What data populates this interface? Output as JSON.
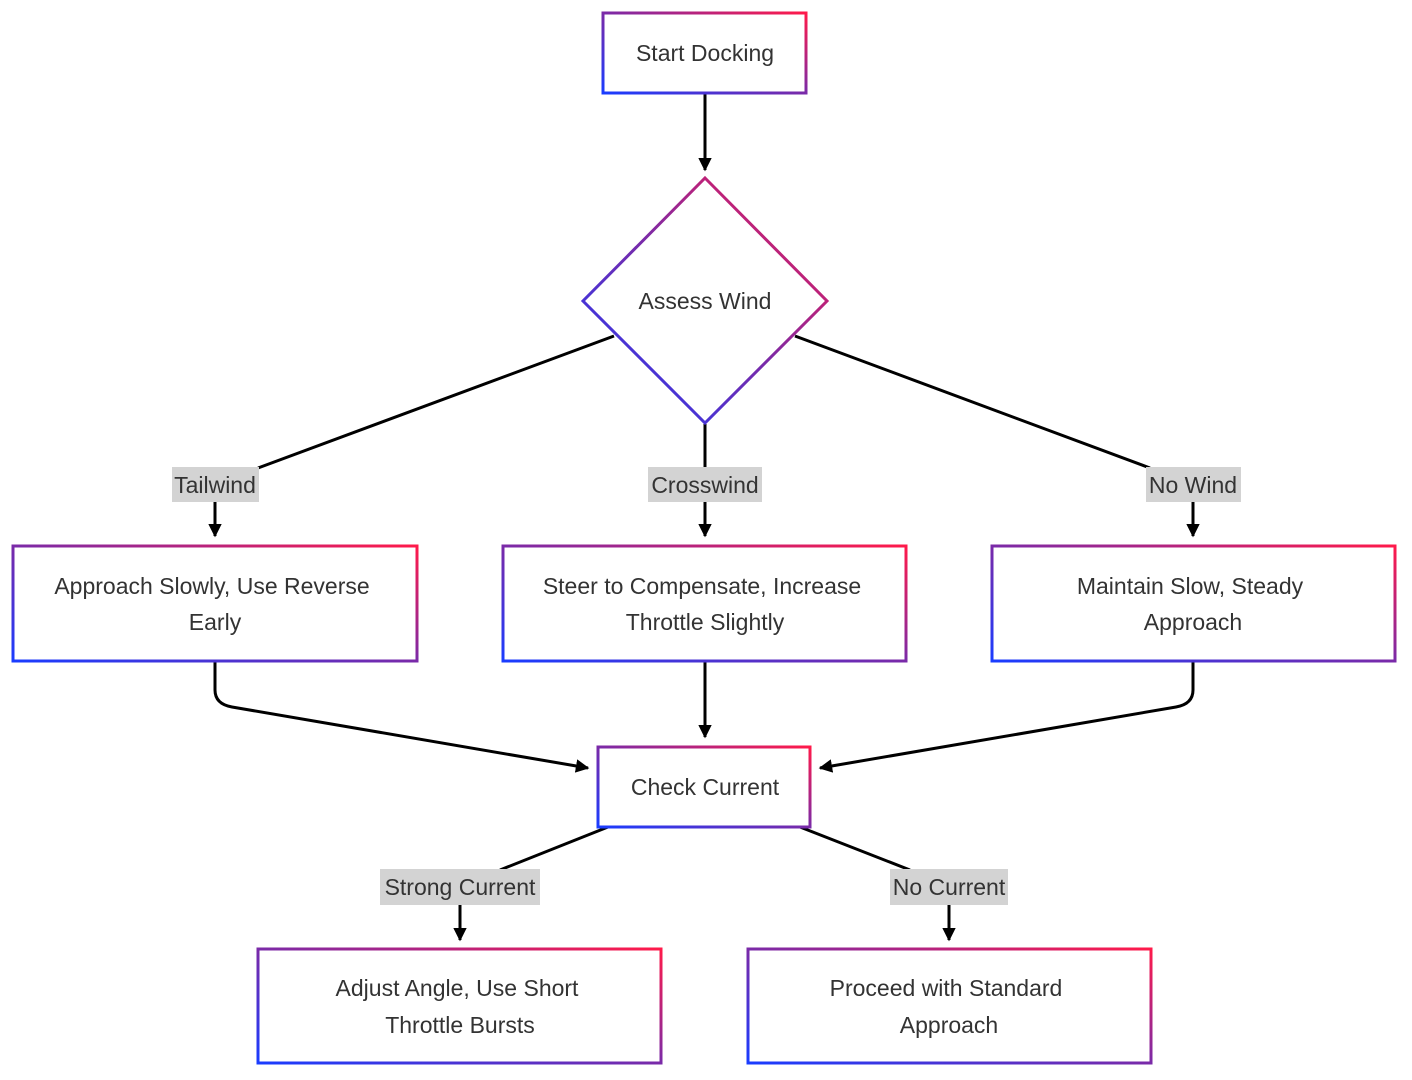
{
  "diagram": {
    "type": "flowchart",
    "nodes": {
      "start": {
        "label_lines": [
          "Start Docking"
        ]
      },
      "assess_wind": {
        "label_lines": [
          "Assess Wind"
        ]
      },
      "tailwind_action": {
        "label_lines": [
          "Approach Slowly, Use Reverse",
          "Early"
        ]
      },
      "crosswind_action": {
        "label_lines": [
          "Steer to Compensate, Increase",
          "Throttle Slightly"
        ]
      },
      "nowind_action": {
        "label_lines": [
          "Maintain Slow, Steady",
          "Approach"
        ]
      },
      "check_current": {
        "label_lines": [
          "Check Current"
        ]
      },
      "strong_current_action": {
        "label_lines": [
          "Adjust Angle, Use Short",
          "Throttle Bursts"
        ]
      },
      "no_current_action": {
        "label_lines": [
          "Proceed with Standard",
          "Approach"
        ]
      }
    },
    "edge_labels": {
      "tailwind": "Tailwind",
      "crosswind": "Crosswind",
      "no_wind": "No Wind",
      "strong_current": "Strong Current",
      "no_current": "No Current"
    },
    "edges": [
      {
        "from": "start",
        "to": "assess_wind",
        "label": ""
      },
      {
        "from": "assess_wind",
        "to": "tailwind_action",
        "label": "Tailwind"
      },
      {
        "from": "assess_wind",
        "to": "crosswind_action",
        "label": "Crosswind"
      },
      {
        "from": "assess_wind",
        "to": "nowind_action",
        "label": "No Wind"
      },
      {
        "from": "tailwind_action",
        "to": "check_current",
        "label": ""
      },
      {
        "from": "crosswind_action",
        "to": "check_current",
        "label": ""
      },
      {
        "from": "nowind_action",
        "to": "check_current",
        "label": ""
      },
      {
        "from": "check_current",
        "to": "strong_current_action",
        "label": "Strong Current"
      },
      {
        "from": "check_current",
        "to": "no_current_action",
        "label": "No Current"
      }
    ],
    "colors": {
      "node_stroke_start": "#1a3cff",
      "node_stroke_mid": "#7a2aa8",
      "node_stroke_end": "#ff1a4a",
      "edge": "#000000",
      "label_bg": "#d3d3d3",
      "text": "#333333"
    }
  }
}
